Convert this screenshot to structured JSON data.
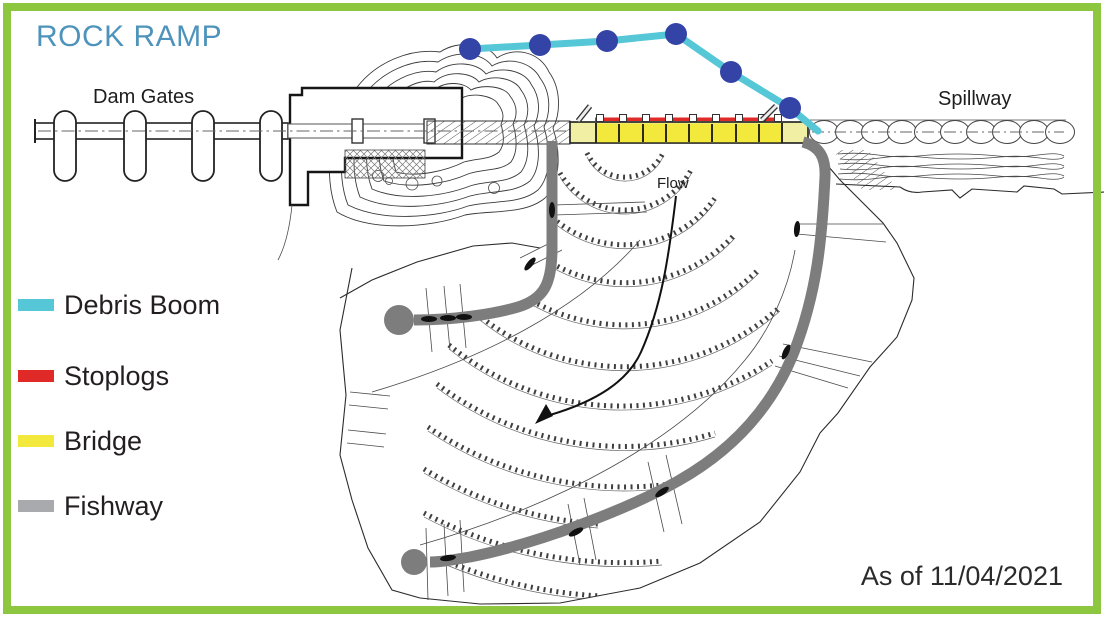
{
  "title": "ROCK RAMP",
  "diagram": {
    "labels": {
      "dam_gates": "Dam Gates",
      "spillway": "Spillway",
      "flow": "Flow"
    }
  },
  "legend": {
    "items": [
      {
        "label": "Debris Boom",
        "color": "#55C7D6"
      },
      {
        "label": "Stoplogs",
        "color": "#E02A28"
      },
      {
        "label": "Bridge",
        "color": "#F3E93C"
      },
      {
        "label": "Fishway",
        "color": "#A8AAAD"
      }
    ]
  },
  "footer": {
    "as_of": "As of 11/04/2021"
  },
  "colors": {
    "frame-green": "#8DC63F",
    "title-blue": "#4E93BB",
    "debris-boom": "#55C7D6",
    "boom-float": "#3344A6",
    "stoplogs": "#E02A28",
    "bridge-yellow": "#F3E93C",
    "bridge-light": "#F1EFA4",
    "fishway-gray": "#7D7D7D",
    "legend-fishway": "#A8AAAD",
    "ink": "#231F20"
  }
}
